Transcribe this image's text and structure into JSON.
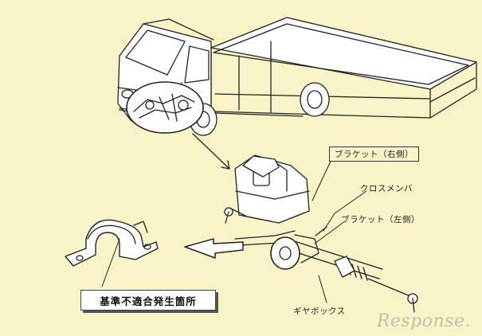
{
  "labels": {
    "bracket_right": "ブラケット（右側）",
    "cross_member": "クロスメンバ",
    "bracket_left": "ブラケット（左側）",
    "gearbox": "ギヤボックス",
    "defect_location": "基準不適合発生箇所"
  },
  "watermark": "Response.",
  "colors": {
    "background": "#f8f4c7",
    "line": "#222222",
    "box_fill": "#ffffff"
  }
}
